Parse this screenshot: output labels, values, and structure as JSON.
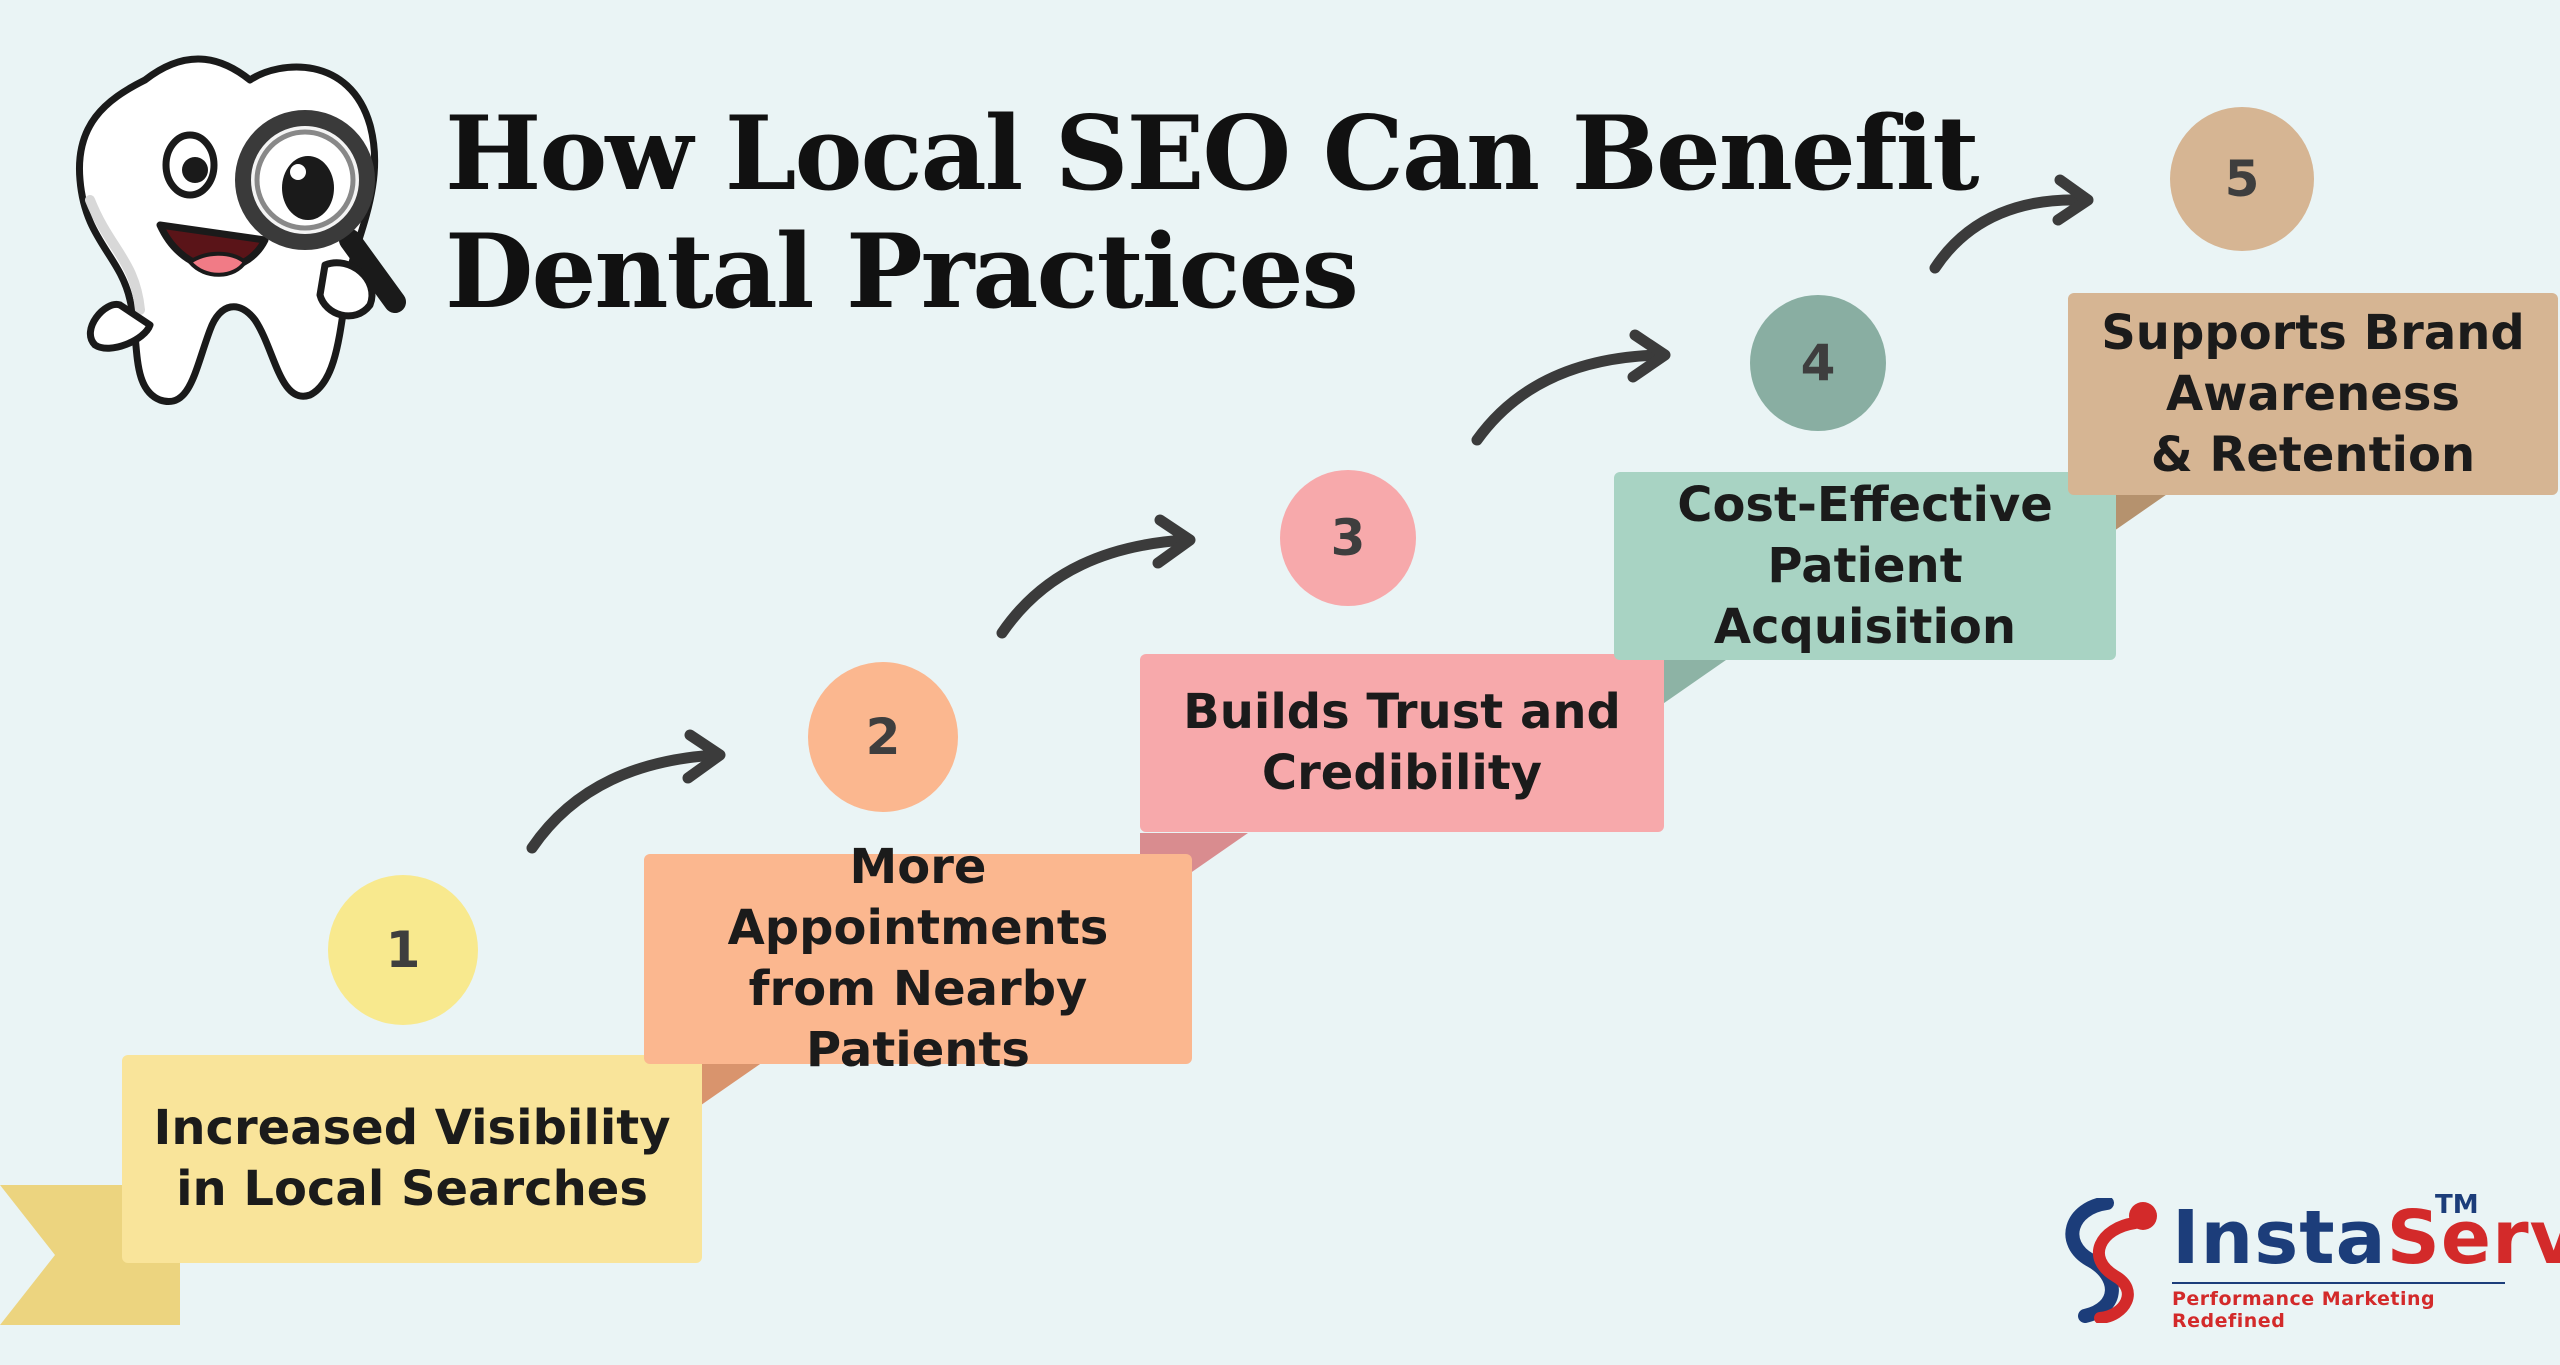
{
  "title": {
    "line1": "How Local SEO Can Benefit",
    "line2": "Dental Practices"
  },
  "steps": [
    {
      "number": "1",
      "label": "Increased Visibility\nin Local Searches",
      "color": "#f9e49a",
      "circle_color": "#f8e98e",
      "fold_color": "#e0cb74"
    },
    {
      "number": "2",
      "label": "More Appointments\nfrom Nearby\nPatients",
      "color": "#fbb78f",
      "circle_color": "#fbb78f",
      "fold_color": "#d9946d"
    },
    {
      "number": "3",
      "label": "Builds Trust and\nCredibility",
      "color": "#f7a9ab",
      "circle_color": "#f7a9ab",
      "fold_color": "#d98c8f"
    },
    {
      "number": "4",
      "label": "Cost-Effective\nPatient Acquisition",
      "color": "#a8d3c3",
      "circle_color": "#89aea2",
      "fold_color": "#8db3a5"
    },
    {
      "number": "5",
      "label": "Supports Brand\nAwareness\n& Retention",
      "color": "#d6b593",
      "circle_color": "#d6b593",
      "fold_color": "#b5926e"
    }
  ],
  "logo": {
    "name_part1": "Insta",
    "name_part2": "Serv",
    "trademark": "TM",
    "tagline": "Performance Marketing Redefined"
  },
  "icons": {
    "mascot": "tooth-with-magnifier-icon",
    "arrow": "curved-arrow-icon",
    "logo_mark": "instaserv-swirl-icon"
  }
}
